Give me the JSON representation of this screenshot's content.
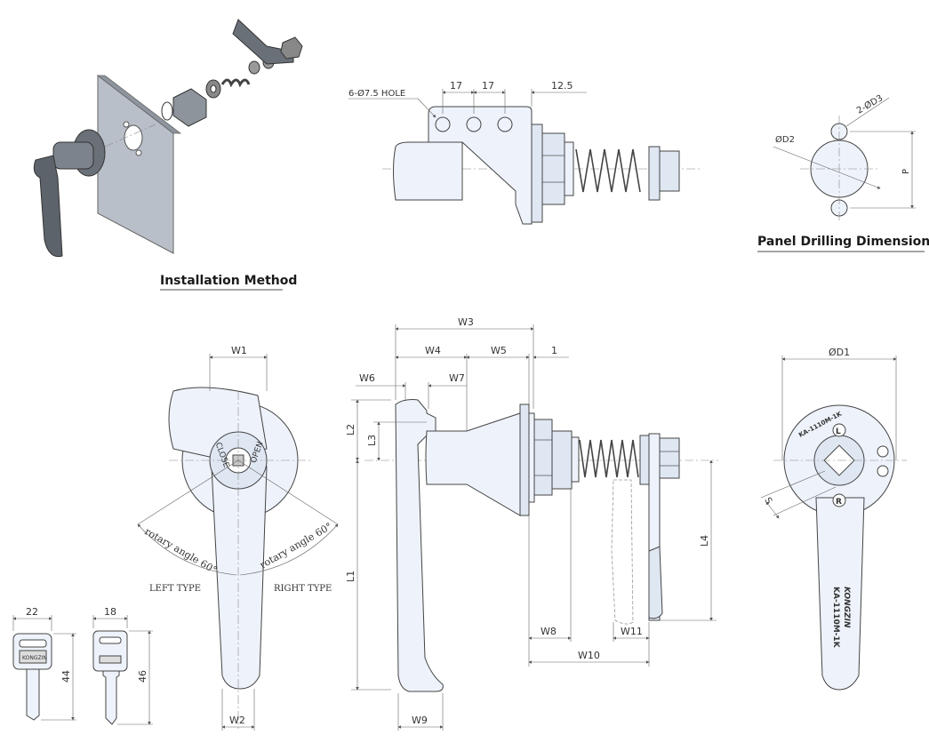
{
  "captions": {
    "installation": "Installation Method",
    "panel_drilling": "Panel Drilling Dimensions"
  },
  "top_side_view": {
    "hole_note": "6-Ø7.5 HOLE",
    "dim_a": "17",
    "dim_b": "17",
    "dim_c": "12.5"
  },
  "panel_drilling": {
    "d2": "ØD2",
    "d3": "2-ØD3",
    "p": "P"
  },
  "front_view": {
    "w1": "W1",
    "w2": "W2",
    "rot_left": "rotary angle 60°",
    "rot_right": "rotary angle 60°",
    "left_type": "LEFT TYPE",
    "right_type": "RIGHT TYPE",
    "close": "CLOSE",
    "open": "OPEN"
  },
  "keys": {
    "key1_width": "22",
    "key1_height": "44",
    "key2_width": "18",
    "key2_height": "46",
    "brand": "KONGZIN"
  },
  "side_view": {
    "w3": "W3",
    "w4": "W4",
    "w5": "W5",
    "one": "1",
    "w6": "W6",
    "w7": "W7",
    "l1": "L1",
    "l2": "L2",
    "l3": "L3",
    "l4": "L4",
    "w8": "W8",
    "w9": "W9",
    "w10": "W10",
    "w11": "W11"
  },
  "rear_view": {
    "d1": "ØD1",
    "s": "S",
    "brand": "KONGZIN",
    "model": "KA-1110M-1K",
    "small_model": "KA-1110M-1K",
    "l_mark": "L",
    "r_mark": "R"
  }
}
